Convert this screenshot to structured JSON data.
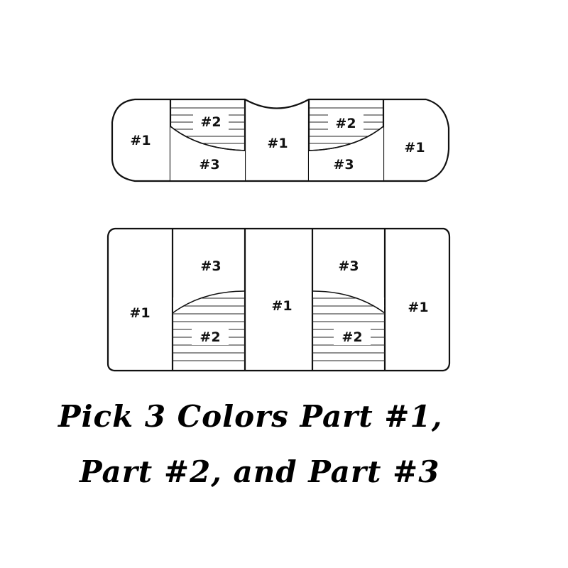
{
  "diagram": {
    "top_seat": {
      "sections": [
        {
          "label": "#1"
        },
        {
          "upper_label": "#2",
          "lower_label": "#3"
        },
        {
          "label": "#1"
        },
        {
          "upper_label": "#2",
          "lower_label": "#3"
        },
        {
          "label": "#1"
        }
      ]
    },
    "bottom_seat": {
      "sections": [
        {
          "label": "#1"
        },
        {
          "upper_label": "#3",
          "lower_label": "#2"
        },
        {
          "label": "#1"
        },
        {
          "upper_label": "#3",
          "lower_label": "#2"
        },
        {
          "label": "#1"
        }
      ]
    },
    "line_color": "#111111",
    "background": "#ffffff"
  },
  "caption": {
    "line1": "Pick 3 Colors Part #1,",
    "line2": "Part #2, and Part #3"
  }
}
